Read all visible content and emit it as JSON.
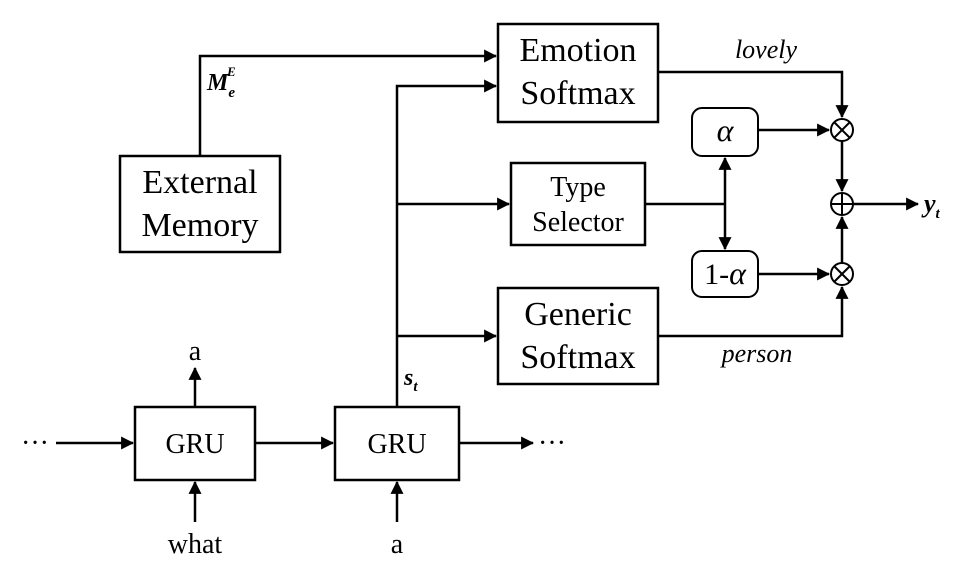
{
  "nodes": {
    "emotion_softmax": [
      "Emotion",
      "Softmax"
    ],
    "external_memory": [
      "External",
      "Memory"
    ],
    "type_selector": [
      "Type",
      "Selector"
    ],
    "generic_softmax": [
      "Generic",
      "Softmax"
    ],
    "gru_1": "GRU",
    "gru_2": "GRU",
    "alpha": "α",
    "one_minus_alpha": {
      "prefix": "1-",
      "symbol": "α"
    }
  },
  "edge_labels": {
    "memory_main": "M",
    "memory_sub": "e",
    "memory_sup": "E",
    "state_main": "s",
    "state_sub": "t",
    "lovely": "lovely",
    "person": "person",
    "output_main": "y",
    "output_sub": "t"
  },
  "io_labels": {
    "gru1_output": "a",
    "gru1_input": "what",
    "gru2_input": "a",
    "ellipsis_left": "···",
    "ellipsis_right": "···"
  },
  "operators": {
    "multiply_top": "⊗",
    "add": "⊕",
    "multiply_bottom": "⊗"
  }
}
